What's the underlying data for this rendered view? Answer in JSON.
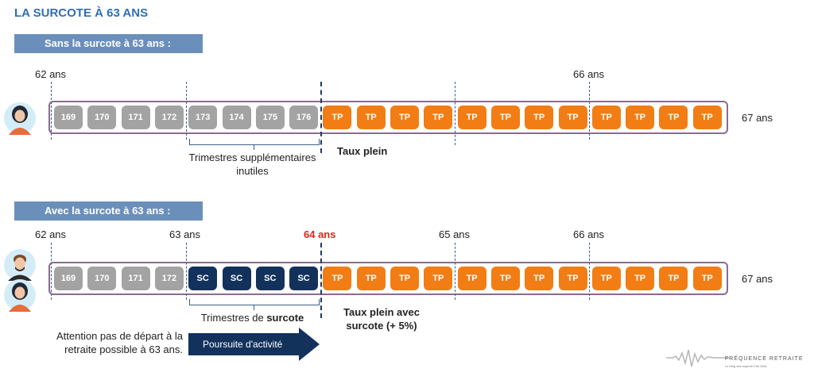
{
  "title": "LA SURCOTE À 63 ANS",
  "section1": {
    "banner": "Sans la surcote à 63 ans :",
    "age_start": "62 ans",
    "age_66": "66 ans",
    "age_end": "67 ans",
    "cells": [
      "169",
      "170",
      "171",
      "172",
      "173",
      "174",
      "175",
      "176",
      "TP",
      "TP",
      "TP",
      "TP",
      "TP",
      "TP",
      "TP",
      "TP",
      "TP",
      "TP",
      "TP",
      "TP"
    ],
    "brace_caption": "Trimestres supplémentaires inutiles",
    "tp_caption": "Taux plein"
  },
  "section2": {
    "banner": "Avec la surcote à 63 ans :",
    "age_start": "62 ans",
    "age_63": "63 ans",
    "age_64": "64 ans",
    "age_65": "65 ans",
    "age_66": "66 ans",
    "age_end": "67 ans",
    "cells": [
      "169",
      "170",
      "171",
      "172",
      "SC",
      "SC",
      "SC",
      "SC",
      "TP",
      "TP",
      "TP",
      "TP",
      "TP",
      "TP",
      "TP",
      "TP",
      "TP",
      "TP",
      "TP",
      "TP"
    ],
    "brace_caption_prefix": "Trimestres de ",
    "brace_caption_bold": "surcote",
    "tp_caption": "Taux plein avec surcote (+ 5%)",
    "note": "Attention pas de départ à la retraite possible à 63 ans.",
    "arrow_label": "Poursuite d'activité"
  },
  "logo": {
    "name": "FRÉQUENCE RETRAITE",
    "tagline": "Le blog des experts Cnil Gest"
  },
  "colors": {
    "title": "#2e6fb5",
    "banner": "#6b8fbb",
    "gray_cell": "#a3a3a3",
    "surcote_cell": "#12325c",
    "tp_cell": "#f27d14",
    "timeline_border": "#8a6c8e",
    "highlight_age": "#e0251b"
  }
}
